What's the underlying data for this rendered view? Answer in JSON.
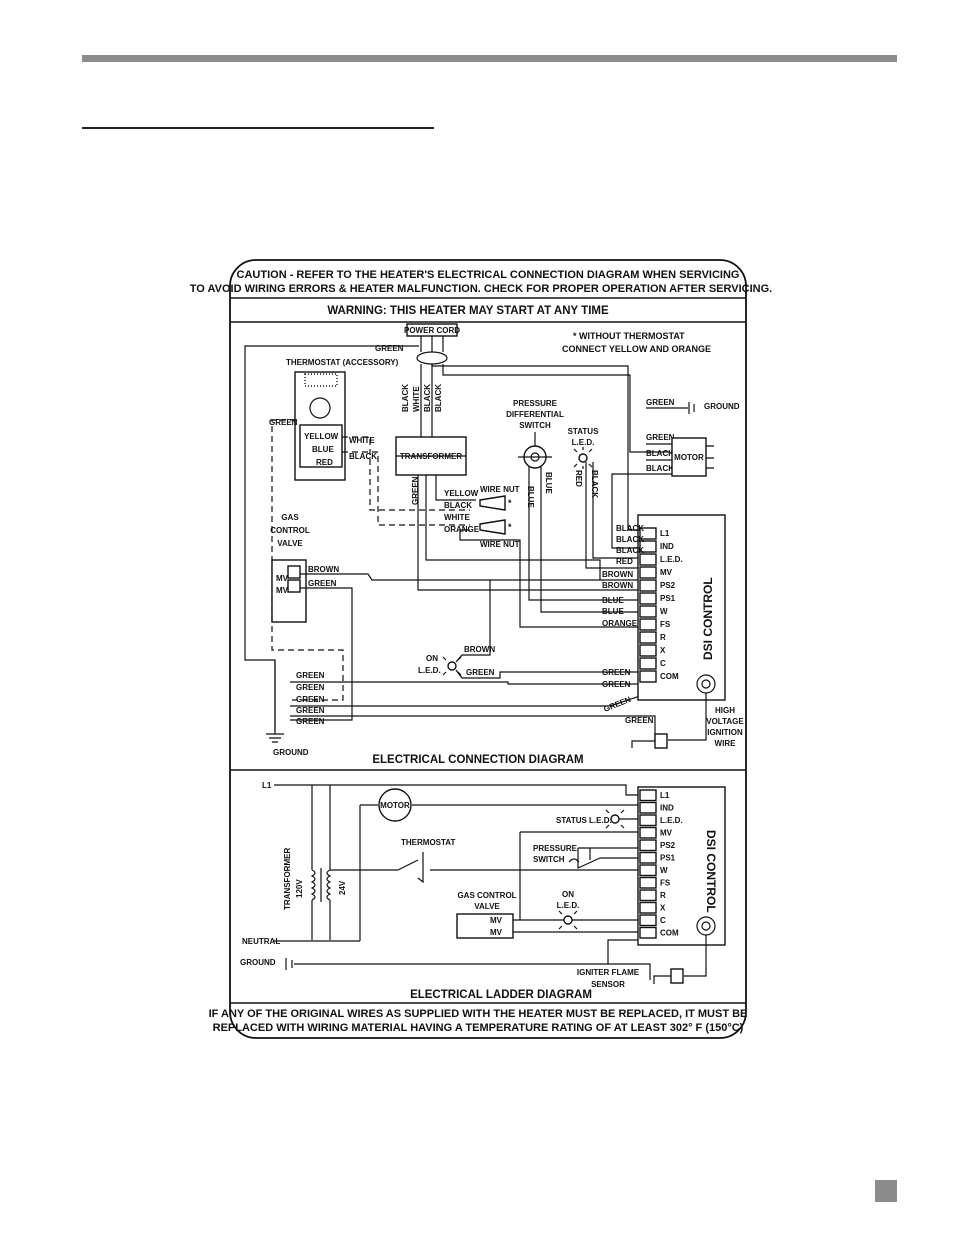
{
  "caution": {
    "line1": "CAUTION - REFER TO THE HEATER'S ELECTRICAL CONNECTION DIAGRAM WHEN SERVICING",
    "line2": "TO AVOID WIRING ERRORS & HEATER MALFUNCTION.  CHECK FOR PROPER OPERATION AFTER SERVICING."
  },
  "warning": "WARNING:  THIS HEATER MAY START AT ANY TIME",
  "note": {
    "line1": "* WITHOUT THERMOSTAT",
    "line2": "CONNECT YELLOW AND ORANGE"
  },
  "connection": {
    "title": "ELECTRICAL CONNECTION DIAGRAM",
    "power_cord": "POWER CORD",
    "thermostat": "THERMOSTAT (ACCESSORY)",
    "thermo_terms": [
      "YELLOW",
      "BLUE",
      "RED"
    ],
    "transformer": "TRANSFORMER",
    "pressure_switch": [
      "PRESSURE",
      "DIFFERENTIAL",
      "SWITCH"
    ],
    "status_led": [
      "STATUS",
      "L.E.D."
    ],
    "motor": "MOTOR",
    "ground": "GROUND",
    "gas_valve": [
      "GAS",
      "CONTROL",
      "VALVE"
    ],
    "mv": "MV",
    "wire_nut": "WIRE NUT",
    "star": "*",
    "on_led": [
      "ON",
      "L.E.D."
    ],
    "hv_wire": [
      "HIGH",
      "VOLTAGE",
      "IGNITION",
      "WIRE"
    ],
    "dsi": "DSI CONTROL",
    "terminals": [
      "L1",
      "IND",
      "L.E.D.",
      "MV",
      "PS2",
      "PS1",
      "W",
      "FS",
      "R",
      "X",
      "C",
      "COM"
    ],
    "colors": {
      "green": "GREEN",
      "black": "BLACK",
      "white": "WHITE",
      "yellow": "YELLOW",
      "orange": "ORANGE",
      "red": "RED",
      "blue": "BLUE",
      "brown": "BROWN"
    }
  },
  "ladder": {
    "title": "ELECTRICAL LADDER DIAGRAM",
    "l1": "L1",
    "motor": "MOTOR",
    "thermostat": "THERMOSTAT",
    "status_led": "STATUS L.E.D.",
    "pressure_switch": [
      "PRESSURE",
      "SWITCH"
    ],
    "transformer": "TRANSFORMER",
    "v120": "120V",
    "v24": "24V",
    "neutral": "NEUTRAL",
    "ground": "GROUND",
    "gas_valve": [
      "GAS CONTROL",
      "VALVE"
    ],
    "mv": "MV",
    "on_led": [
      "ON",
      "L.E.D."
    ],
    "igniter": [
      "IGNITER FLAME",
      "SENSOR"
    ],
    "dsi": "DSI CONTROL",
    "terminals": [
      "L1",
      "IND",
      "L.E.D.",
      "MV",
      "PS2",
      "PS1",
      "W",
      "FS",
      "R",
      "X",
      "C",
      "COM"
    ]
  },
  "footer": {
    "line1": "IF ANY OF THE ORIGINAL WIRES AS SUPPLIED WITH THE HEATER MUST BE REPLACED, IT MUST BE",
    "line2": "REPLACED WITH WIRING MATERIAL HAVING A TEMPERATURE RATING OF AT LEAST 302° F (150°C)"
  }
}
